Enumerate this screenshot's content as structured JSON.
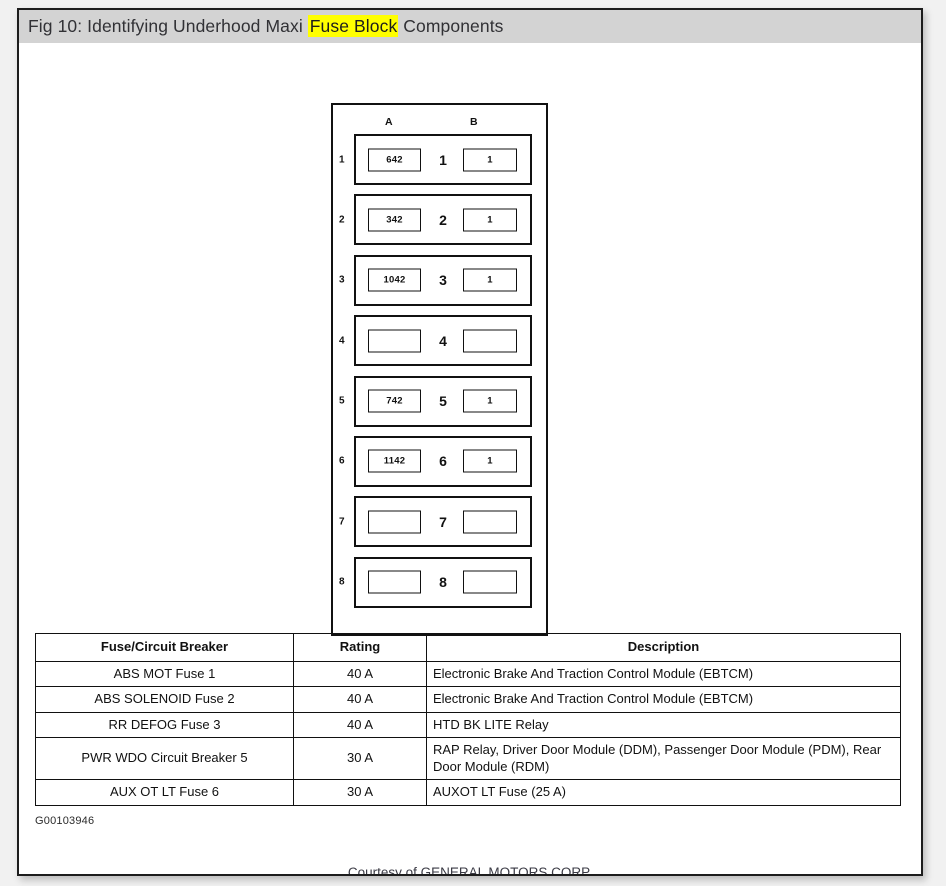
{
  "title": {
    "prefix": "Fig 10: Identifying Underhood Maxi ",
    "highlight": "Fuse Block",
    "suffix": " Components"
  },
  "figure": {
    "image_id": "G00103946",
    "courtesy": "Courtesy of GENERAL MOTORS CORP.",
    "fuse_block": {
      "column_headers": {
        "a": "A",
        "b": "B"
      },
      "rows": [
        {
          "index": "1",
          "slot_a": "642",
          "middle": "1",
          "slot_b": "1"
        },
        {
          "index": "2",
          "slot_a": "342",
          "middle": "2",
          "slot_b": "1"
        },
        {
          "index": "3",
          "slot_a": "1042",
          "middle": "3",
          "slot_b": "1"
        },
        {
          "index": "4",
          "slot_a": "",
          "middle": "4",
          "slot_b": ""
        },
        {
          "index": "5",
          "slot_a": "742",
          "middle": "5",
          "slot_b": "1"
        },
        {
          "index": "6",
          "slot_a": "1142",
          "middle": "6",
          "slot_b": "1"
        },
        {
          "index": "7",
          "slot_a": "",
          "middle": "7",
          "slot_b": ""
        },
        {
          "index": "8",
          "slot_a": "",
          "middle": "8",
          "slot_b": ""
        }
      ]
    }
  },
  "table": {
    "headers": [
      "Fuse/Circuit Breaker",
      "Rating",
      "Description"
    ],
    "rows": [
      {
        "fuse": "ABS MOT Fuse 1",
        "rating": "40 A",
        "description": "Electronic Brake And Traction Control Module (EBTCM)"
      },
      {
        "fuse": "ABS SOLENOID Fuse 2",
        "rating": "40 A",
        "description": "Electronic Brake And Traction Control Module (EBTCM)"
      },
      {
        "fuse": "RR DEFOG Fuse 3",
        "rating": "40 A",
        "description": "HTD BK LITE Relay"
      },
      {
        "fuse": "PWR WDO Circuit Breaker 5",
        "rating": "30 A",
        "description": "RAP Relay, Driver Door Module (DDM), Passenger Door Module (PDM), Rear Door Module (RDM)"
      },
      {
        "fuse": "AUX OT LT Fuse 6",
        "rating": "30 A",
        "description": "AUXOT LT Fuse (25 A)"
      }
    ]
  },
  "colors": {
    "titlebar_bg": "#d3d3d3",
    "highlight": "#ffff00",
    "page_bg": "#f1f1f1",
    "ink": "#111111"
  }
}
